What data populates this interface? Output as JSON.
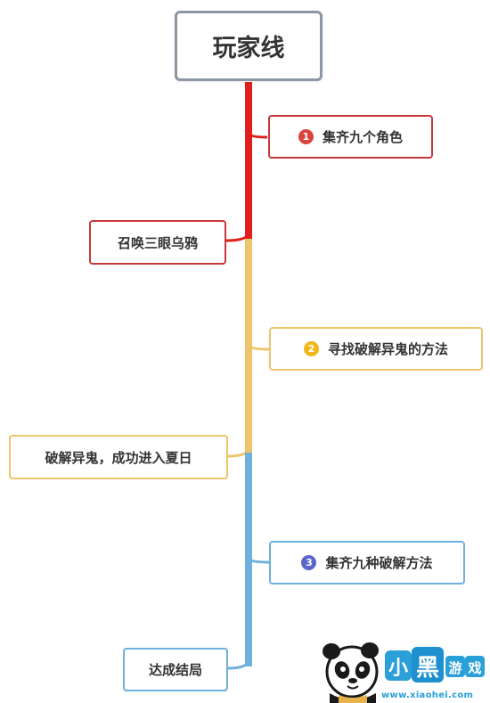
{
  "colors": {
    "red": "#e01e1e",
    "yellow": "#edc56c",
    "blue": "#6fb0dc",
    "root_border": "#8d96a3",
    "badge_red": "#d9443d",
    "badge_yellow": "#f0b71a",
    "badge_blue": "#5a66c9"
  },
  "root": {
    "label": "玩家线"
  },
  "nodes": [
    {
      "id": "n1",
      "badge": "1",
      "label": "集齐九个角色"
    },
    {
      "id": "l1",
      "label": "召唤三眼乌鸦"
    },
    {
      "id": "n2",
      "badge": "2",
      "label": "寻找破解异鬼的方法"
    },
    {
      "id": "l2",
      "label": "破解异鬼，成功进入夏日"
    },
    {
      "id": "n3",
      "badge": "3",
      "label": "集齐九种破解方法"
    },
    {
      "id": "l3",
      "label": "达成结局"
    }
  ],
  "watermark": {
    "logo": "小黑游戏",
    "url": "www.xiaohei.com"
  }
}
